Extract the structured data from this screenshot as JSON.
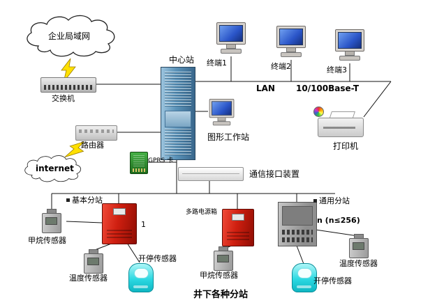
{
  "diagram": {
    "top": {
      "enterprise_lan": "企业局域网",
      "switch": "交换机",
      "central_station": "中心站",
      "terminals": [
        "终端1",
        "终端2",
        "终端3"
      ],
      "lan": "LAN",
      "lan_standard": "10/100Base-T",
      "graphics_workstation": "图形工作站",
      "printer": "打印机",
      "router": "路由器",
      "internet": "internet",
      "gprs_card": "GPRS 卡",
      "comm_interface": "通信接口装置"
    },
    "substations": {
      "basic": "基本分站",
      "basic_index": "1",
      "power_box": "多路电源箱",
      "general": "通用分站",
      "count_note": "n (n≤256)"
    },
    "sensors": {
      "methane_left": "甲烷传感器",
      "temperature_left": "温度传感器",
      "onoff_left": "开停传感器",
      "methane_mid": "甲烷传感器",
      "temperature_right": "温度传感器",
      "onoff_right": "开停传感器"
    },
    "caption": "井下各种分站",
    "colors": {
      "line": "#000000",
      "lightning": "#ffe000",
      "server_blue": "#5a92b8",
      "screen_blue": "#2a55c8",
      "substation_red": "#cf1f10",
      "substation_gray": "#9a9a9a",
      "sensor_cyan": "#2cd9e2",
      "gprs_green": "#2e8b2e"
    }
  }
}
